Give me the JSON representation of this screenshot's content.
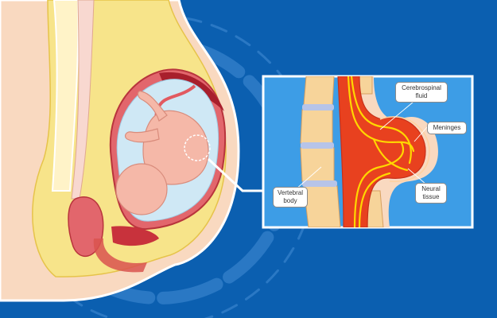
{
  "colors": {
    "background": "#0b5fb0",
    "inset_background": "#3d9de6",
    "skin": "#f9d9c0",
    "fat_layer": "#f7e48a",
    "uterus_wall": "#e2666c",
    "amniotic_fluid": "#cfe8f5",
    "spinal_canal": "#e8411f",
    "nerve_tissue": "#ffd700"
  },
  "labels": {
    "cerebrospinal_fluid": "Cerebrospinal\nfluid",
    "meninges": "Meninges",
    "vertebral_body": "Vertebral\nbody",
    "neural_tissue": "Neural\ntissue"
  }
}
